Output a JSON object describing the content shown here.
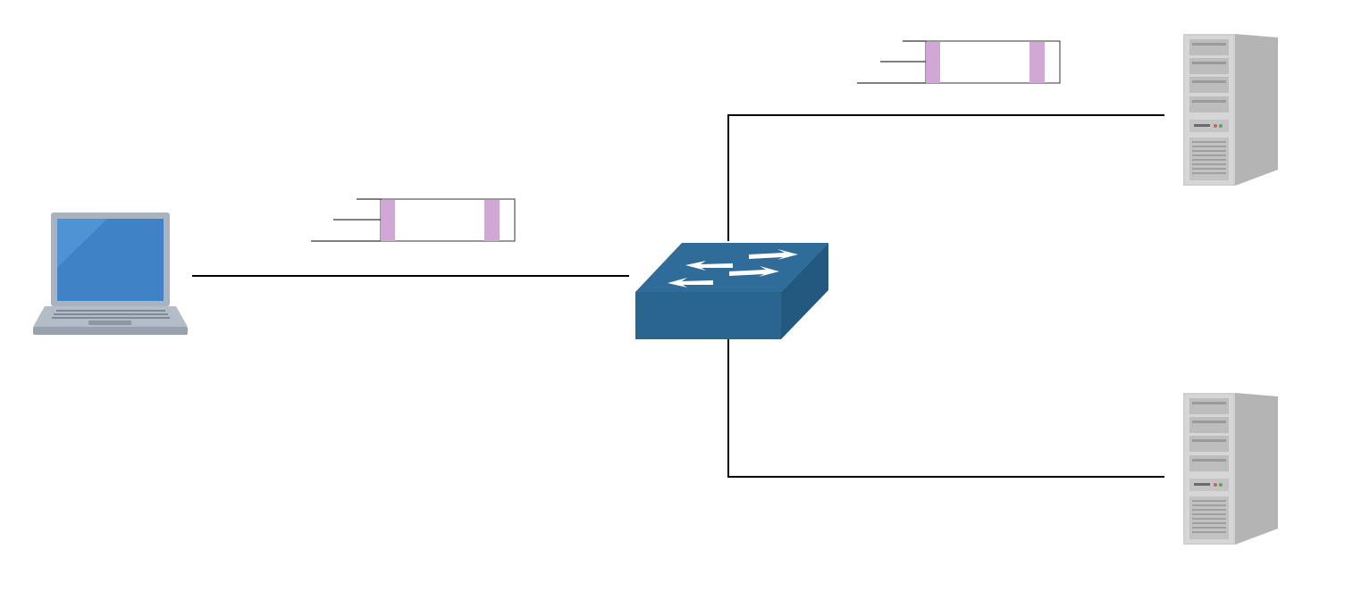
{
  "diagram": {
    "nodes": [
      {
        "id": "client",
        "kind": "laptop",
        "icon": "laptop-icon"
      },
      {
        "id": "switch",
        "kind": "network-switch",
        "icon": "switch-icon"
      },
      {
        "id": "server-top",
        "kind": "tower-server",
        "icon": "server-icon"
      },
      {
        "id": "server-bottom",
        "kind": "tower-server",
        "icon": "server-icon"
      }
    ],
    "links": [
      {
        "from": "client",
        "to": "switch"
      },
      {
        "from": "switch",
        "to": "server-top"
      },
      {
        "from": "switch",
        "to": "server-bottom"
      }
    ],
    "packets": [
      {
        "on_link": "client-switch",
        "header_color": "#d1a7d6"
      },
      {
        "on_link": "switch-server-top",
        "header_color": "#d1a7d6"
      }
    ],
    "colors": {
      "laptop_body": "#a9b3bf",
      "laptop_screen": "#3f82c6",
      "switch_top": "#2f6c99",
      "switch_front": "#2a6590",
      "server_body": "#c8c8c8",
      "packet_marker": "#d1a7d6"
    }
  }
}
